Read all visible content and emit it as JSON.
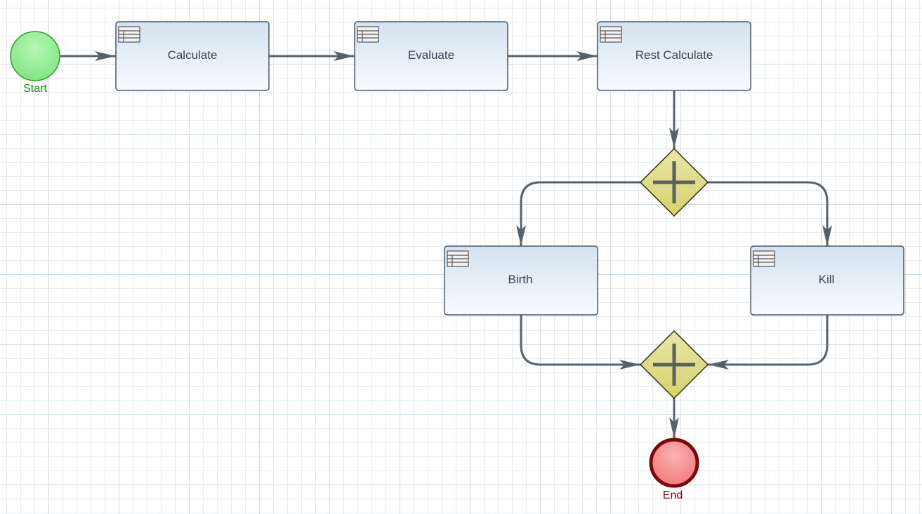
{
  "diagram": {
    "start_event": {
      "label": "Start",
      "color": "#1c8a1c"
    },
    "end_event": {
      "label": "End",
      "color": "#8b0000"
    },
    "tasks": [
      {
        "id": "calculate",
        "label": "Calculate"
      },
      {
        "id": "evaluate",
        "label": "Evaluate"
      },
      {
        "id": "rest-calculate",
        "label": "Rest Calculate"
      },
      {
        "id": "birth",
        "label": "Birth"
      },
      {
        "id": "kill",
        "label": "Kill"
      }
    ],
    "gateways": [
      {
        "id": "split",
        "type": "parallel"
      },
      {
        "id": "join",
        "type": "parallel"
      }
    ],
    "flows": [
      {
        "from": "start",
        "to": "calculate"
      },
      {
        "from": "calculate",
        "to": "evaluate"
      },
      {
        "from": "evaluate",
        "to": "rest-calculate"
      },
      {
        "from": "rest-calculate",
        "to": "split"
      },
      {
        "from": "split",
        "to": "birth"
      },
      {
        "from": "split",
        "to": "kill"
      },
      {
        "from": "birth",
        "to": "join"
      },
      {
        "from": "kill",
        "to": "join"
      },
      {
        "from": "join",
        "to": "end"
      }
    ],
    "colors": {
      "task_fill_top": "#d3e3f0",
      "task_fill_bottom": "#f7fafd",
      "gateway_fill": "#e9e79a",
      "start_fill": "#8ef08e",
      "end_fill": "#f78b8b",
      "flow_stroke": "#56616d"
    }
  }
}
